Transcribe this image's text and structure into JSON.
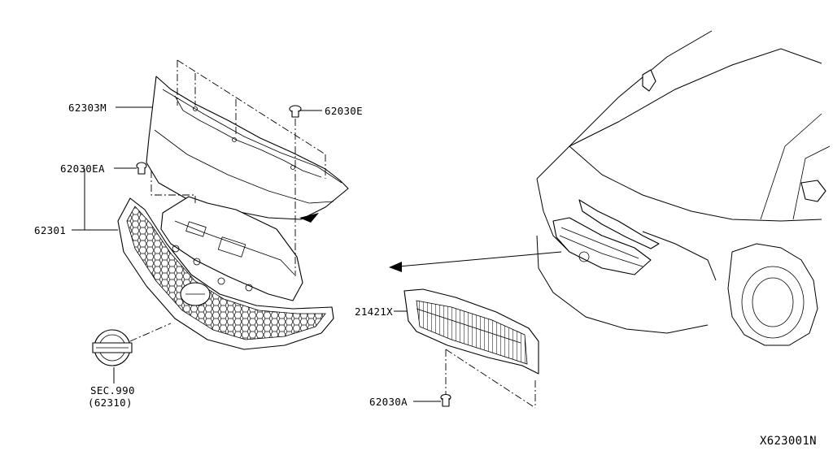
{
  "callouts": {
    "grille_upper_cover": "62303M",
    "clip_e": "62030E",
    "clip_ea": "62030EA",
    "front_grille": "62301",
    "lower_grille": "21421X",
    "clip_a": "62030A",
    "emblem_sec": "SEC.990",
    "emblem_part": "(62310)"
  },
  "diagram_code": "X623001N"
}
